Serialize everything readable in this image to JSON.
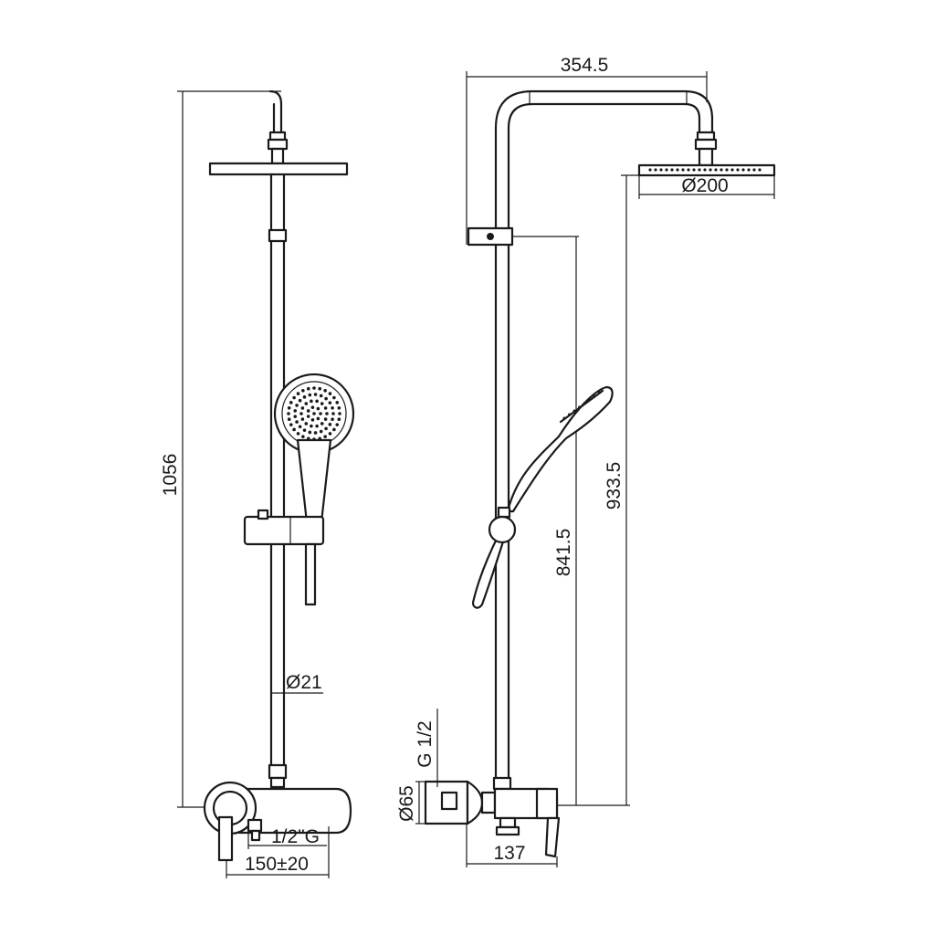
{
  "diagram": {
    "front_view": {
      "total_height": "1056",
      "bar_diameter": "Ø21",
      "inlet_thread": "1/2\"G",
      "inlet_spacing": "150±20"
    },
    "side_view": {
      "arm_projection": "354.5",
      "head_diameter": "Ø200",
      "head_height": "933.5",
      "bracket_height": "841.5",
      "inlet_thread": "G 1/2",
      "escutcheon_diameter": "Ø65",
      "mixer_depth": "137"
    },
    "colors": {
      "line": "#1a1a1a",
      "background": "#ffffff"
    }
  }
}
